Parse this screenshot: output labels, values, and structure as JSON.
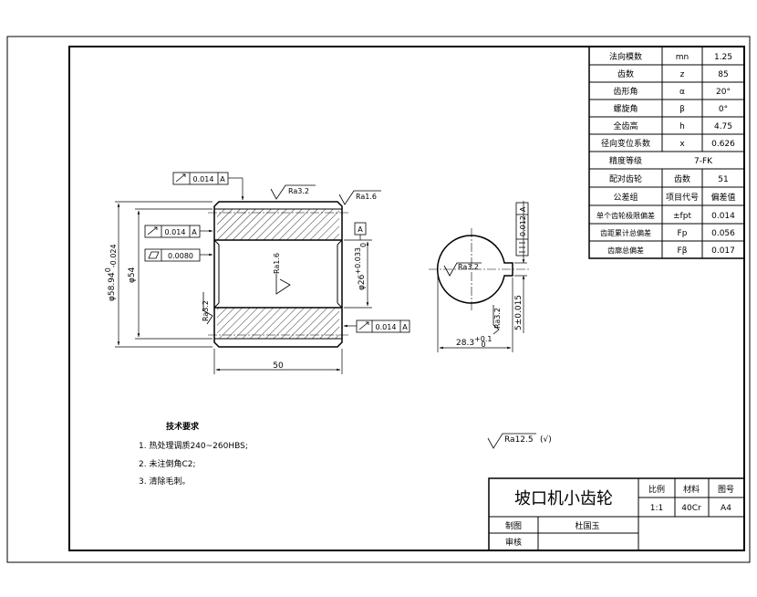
{
  "params_table": {
    "rows": [
      {
        "name": "法向模数",
        "symbol": "mn",
        "value": "1.25"
      },
      {
        "name": "齿数",
        "symbol": "z",
        "value": "85"
      },
      {
        "name": "齿形角",
        "symbol": "α",
        "value": "20°"
      },
      {
        "name": "螺旋角",
        "symbol": "β",
        "value": "0°"
      },
      {
        "name": "全齿高",
        "symbol": "h",
        "value": "4.75"
      },
      {
        "name": "径向变位系数",
        "symbol": "x",
        "value": "0.626"
      }
    ],
    "accuracy_label": "精度等级",
    "accuracy_value": "7-FK",
    "mate_label": "配对齿轮",
    "mate_key": "齿数",
    "mate_value": "51",
    "tol_group": "公差组",
    "tol_code_header": "项目代号",
    "tol_value_header": "偏差值",
    "tol_rows": [
      {
        "name": "单个齿轮极限偏差",
        "symbol": "±fpt",
        "value": "0.014"
      },
      {
        "name": "齿距累计总偏差",
        "symbol": "Fp",
        "value": "0.056"
      },
      {
        "name": "齿廓总偏差",
        "symbol": "Fβ",
        "value": "0.017"
      }
    ]
  },
  "drawing": {
    "tol_top": "0.014",
    "tol_left1": "0.014",
    "tol_left2": "0.0080",
    "tol_bottom": "0.014",
    "datum_a": "A",
    "tol_key": "0.012",
    "ra_top1": "Ra3.2",
    "ra_top2": "Ra1.6",
    "ra_bore": "Ra1.6",
    "ra_left": "Ra3.2",
    "ra_keyway": "Ra3.2",
    "ra_key_side": "Ra3.2",
    "dim_outer": "φ58.94",
    "dim_outer_tol": "0",
    "dim_outer_tol_low": "-0.024",
    "dim_inner": "φ54",
    "dim_bore": "φ26",
    "dim_bore_tol": "+0.033",
    "dim_bore_tol_low": "0",
    "dim_width": "50",
    "dim_key_depth": "28.3",
    "dim_key_tol": "+0.1",
    "dim_key_tol_low": "0",
    "dim_key_width": "5±0.015",
    "ra_general": "Ra12.5",
    "ra_general_suffix": "(√)"
  },
  "requirements": {
    "title": "技术要求",
    "items": [
      "1. 热处理调质240~260HBS;",
      "2. 未注倒角C2;",
      "3. 清除毛刺。"
    ]
  },
  "title_block": {
    "part_name": "坡口机小齿轮",
    "scale_label": "比例",
    "scale_value": "1:1",
    "material_label": "材料",
    "material_value": "40Cr",
    "drawing_label": "图号",
    "drawing_value": "A4",
    "drawn_by_label": "制图",
    "drawn_by_value": "杜国玉",
    "checked_label": "审核"
  }
}
